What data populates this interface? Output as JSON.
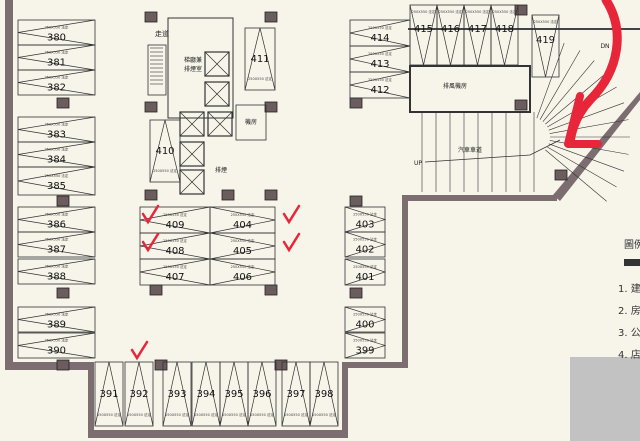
{
  "plan": {
    "space_size_label": "250X550",
    "space_type_label": "法定",
    "spaces": {
      "left_column": [
        "380",
        "381",
        "382",
        "383",
        "384",
        "385",
        "386",
        "387",
        "388",
        "389",
        "390"
      ],
      "bottom_row": [
        "391",
        "392",
        "393",
        "394",
        "395",
        "396",
        "397",
        "398"
      ],
      "right_column": [
        "403",
        "402",
        "401",
        "400",
        "399"
      ],
      "middle_left": [
        "409",
        "408",
        "407"
      ],
      "middle_right": [
        "404",
        "405",
        "406"
      ],
      "core": [
        "410",
        "411"
      ],
      "top_left": [
        "414",
        "413",
        "412"
      ],
      "top_row": [
        "415",
        "416",
        "417",
        "418",
        "419"
      ]
    },
    "rooms": {
      "corridor": "走道",
      "lobby_line1": "梯廳兼",
      "lobby_line2": "排煙室",
      "machine_room": "機房",
      "smoke_exhaust": "排煙",
      "exhaust_fan_room": "排風機房",
      "ramp": "汽車車道",
      "up": "UP",
      "down": "DN"
    },
    "annotations": {
      "checked_spaces": [
        "409",
        "408",
        "404",
        "405",
        "392"
      ],
      "mark_color": "#e8263a"
    },
    "legend": {
      "title": "圖例",
      "items": [
        "1. 建",
        "2. 房",
        "3. 公",
        "4. 店"
      ]
    },
    "colors": {
      "wall": "#7b6d70",
      "line": "#333333",
      "background": "#f7f4ea"
    }
  }
}
